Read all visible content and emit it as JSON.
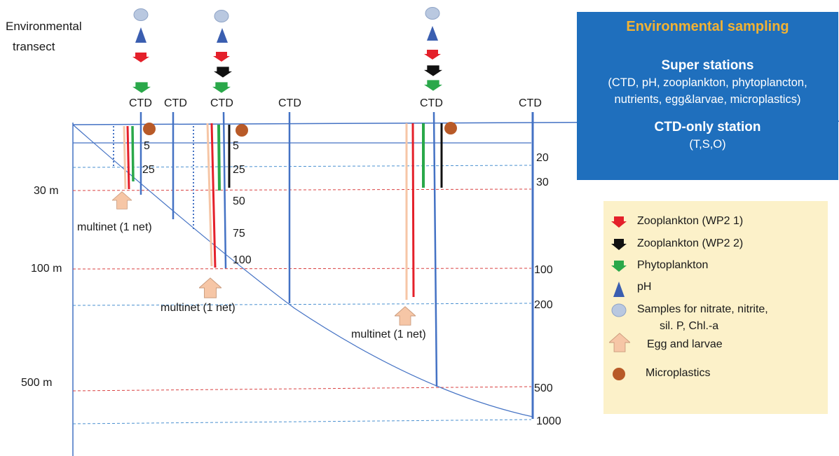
{
  "transect_label_lines": [
    "Environmental",
    "transect"
  ],
  "ctd_label": "CTD",
  "left_depth_labels": [
    "30 m",
    "100 m",
    "500 m"
  ],
  "right_depth_labels": [
    "20",
    "30",
    "100",
    "200",
    "500",
    "1000"
  ],
  "station1_depths": [
    "5",
    "25"
  ],
  "station2_depths": [
    "5",
    "25",
    "50",
    "75",
    "100"
  ],
  "multinet_label": "multinet (1 net)",
  "info_box": {
    "title": "Environmental sampling",
    "super_title": "Super stations",
    "super_desc_lines": [
      "(CTD, pH, zooplankton, phytoplancton,",
      "nutrients, egg&larvae, microplastics)"
    ],
    "ctd_only_title": "CTD-only station",
    "ctd_only_desc": "(T,S,O)"
  },
  "legend": {
    "items": [
      {
        "icon": "red-arrow-icon",
        "lines": [
          "Zooplankton (WP2 1)"
        ]
      },
      {
        "icon": "black-arrow-icon",
        "lines": [
          "Zooplankton (WP2 2)"
        ]
      },
      {
        "icon": "green-arrow-icon",
        "lines": [
          "Phytoplankton"
        ]
      },
      {
        "icon": "ph-triangle-icon",
        "lines": [
          "pH"
        ]
      },
      {
        "icon": "nutrient-circle-icon",
        "lines": [
          "Samples for nitrate, nitrite,",
          "sil. P, Chl.-a"
        ]
      },
      {
        "icon": "egg-larvae-arrow-icon",
        "lines": [
          "Egg and larvae"
        ]
      },
      {
        "icon": "microplastics-dot-icon",
        "lines": [
          "Microplastics"
        ]
      }
    ]
  },
  "colors": {
    "info_bg": "#1f6fbd",
    "info_title": "#f2b233",
    "legend_bg": "#fcf1c9",
    "zooplankton_1": "#e4202a",
    "zooplankton_2": "#111111",
    "phytoplankton": "#2aa84a",
    "ph": "#3a5eb0",
    "nutrients": "#b9c8e0",
    "egg_larvae": "#f6c6a6",
    "microplastics": "#b85a28",
    "ctd_line": "#4472c4",
    "red_dash": "#d94040",
    "blue_dash": "#4a90d0"
  }
}
